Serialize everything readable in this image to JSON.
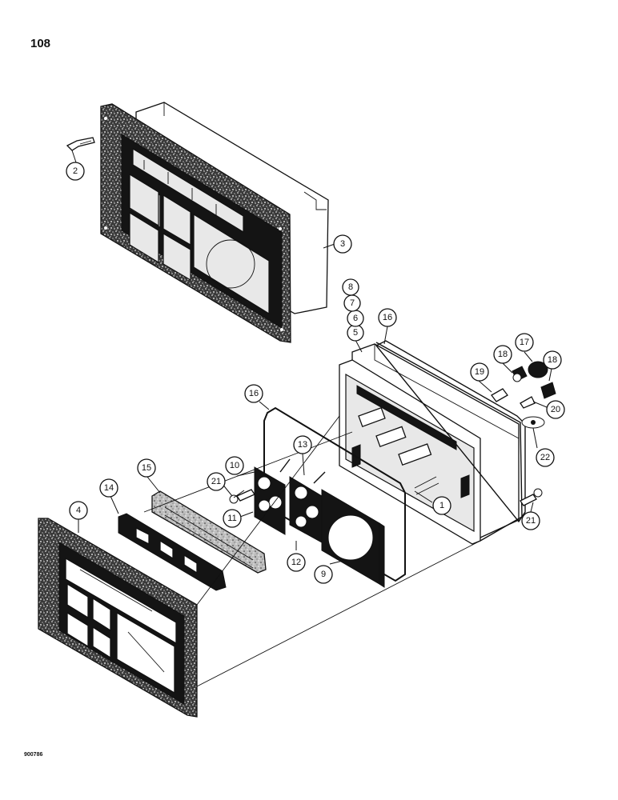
{
  "page_number": "108",
  "drawing_code": "900786",
  "callouts": [
    {
      "label": "1"
    },
    {
      "label": "2"
    },
    {
      "label": "3"
    },
    {
      "label": "4"
    },
    {
      "label": "5"
    },
    {
      "label": "6"
    },
    {
      "label": "7"
    },
    {
      "label": "8"
    },
    {
      "label": "9"
    },
    {
      "label": "10"
    },
    {
      "label": "11"
    },
    {
      "label": "12"
    },
    {
      "label": "13"
    },
    {
      "label": "14"
    },
    {
      "label": "15"
    },
    {
      "label": "16"
    },
    {
      "label": "16"
    },
    {
      "label": "17"
    },
    {
      "label": "18"
    },
    {
      "label": "18"
    },
    {
      "label": "19"
    },
    {
      "label": "20"
    },
    {
      "label": "21"
    },
    {
      "label": "21"
    },
    {
      "label": "22"
    }
  ]
}
